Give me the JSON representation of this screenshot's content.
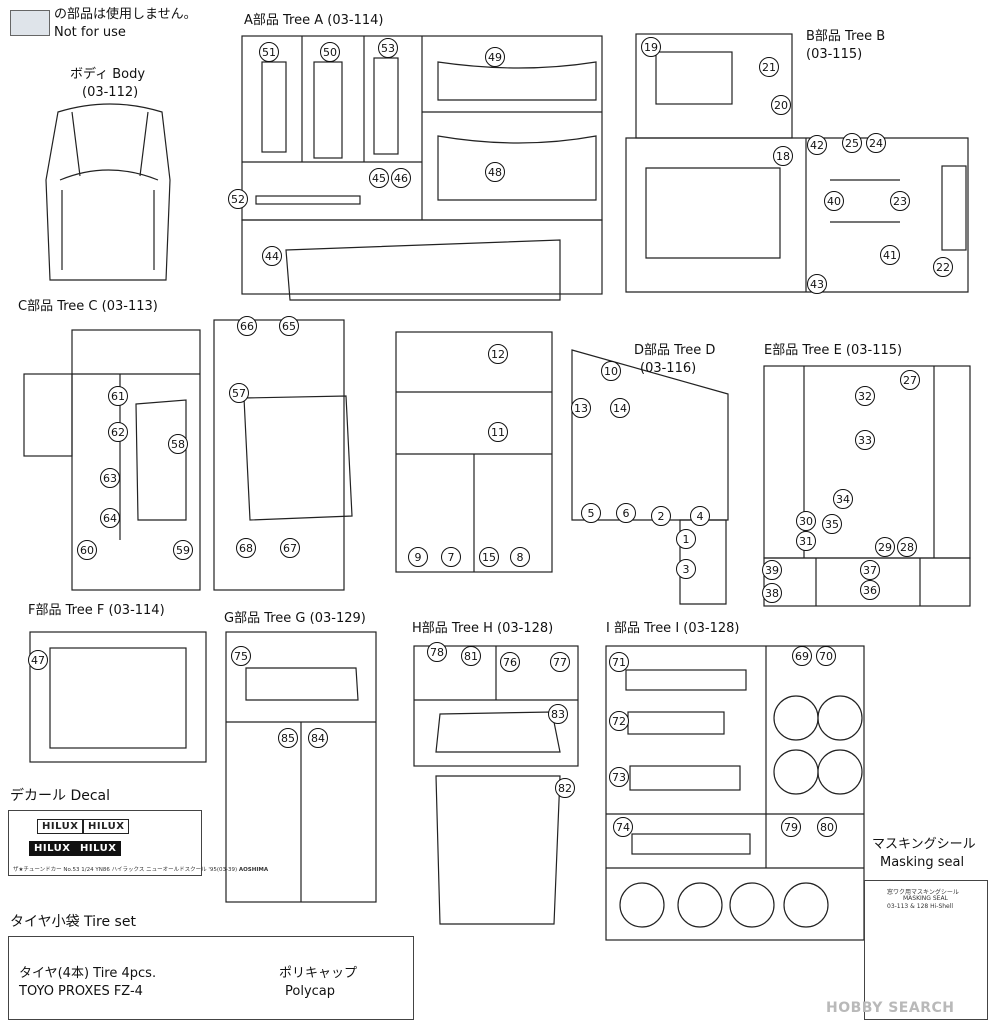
{
  "legend": {
    "jp": "の部品は使用しません。",
    "en": "Not for use"
  },
  "body_part": {
    "jp": "ボディ Body",
    "code": "(03-112)"
  },
  "trees": {
    "A": {
      "label": "A部品 Tree A",
      "code": "(03-114)"
    },
    "B": {
      "label": "B部品 Tree B",
      "code": "(03-115)"
    },
    "C": {
      "label": "C部品 Tree C",
      "code": "(03-113)"
    },
    "D": {
      "label": "D部品 Tree D",
      "code": "(03-116)"
    },
    "E": {
      "label": "E部品 Tree E",
      "code": "(03-115)"
    },
    "F": {
      "label": "F部品 Tree F",
      "code": "(03-114)"
    },
    "G": {
      "label": "G部品 Tree G",
      "code": "(03-129)"
    },
    "H": {
      "label": "H部品 Tree H",
      "code": "(03-128)"
    },
    "I": {
      "label": "I 部品 Tree I",
      "code": "(03-128)"
    }
  },
  "decal": {
    "title": "デカール  Decal",
    "chips": [
      "HILUX",
      "HILUX",
      "HILUX",
      "HILUX"
    ],
    "footer": "ザ★チューンドカー No.53 1/24 YN86 ハイラックス ニューオールドスクール '95(03-39)",
    "brand": "AOSHIMA"
  },
  "tire_set": {
    "title": "タイヤ小袋 Tire set",
    "tire_line1": "タイヤ(4本) Tire 4pcs.",
    "tire_line2": "TOYO PROXES FZ-4",
    "polycap_jp": "ポリキャップ",
    "polycap_en": "Polycap"
  },
  "masking": {
    "title_jp": "マスキングシール",
    "title_en": "Masking seal",
    "sheet_title": "窓ワク用マスキングシール",
    "sheet_sub": "MASKING SEAL",
    "sheet_codes": "03-113 & 128 Hi-Shell"
  },
  "watermark": "HOBBY SEARCH",
  "part_numbers": [
    "51",
    "50",
    "53",
    "49",
    "48",
    "52",
    "45",
    "46",
    "44",
    "19",
    "21",
    "20",
    "18",
    "42",
    "25",
    "24",
    "40",
    "23",
    "41",
    "43",
    "22",
    "66",
    "65",
    "61",
    "62",
    "58",
    "63",
    "64",
    "60",
    "59",
    "57",
    "68",
    "67",
    "12",
    "11",
    "9",
    "7",
    "15",
    "8",
    "10",
    "13",
    "14",
    "5",
    "6",
    "2",
    "4",
    "1",
    "3",
    "27",
    "32",
    "33",
    "34",
    "35",
    "30",
    "31",
    "29",
    "28",
    "39",
    "38",
    "37",
    "36",
    "47",
    "75",
    "85",
    "84",
    "78",
    "81",
    "76",
    "77",
    "83",
    "82",
    "71",
    "69",
    "70",
    "72",
    "73",
    "74",
    "79",
    "80"
  ]
}
